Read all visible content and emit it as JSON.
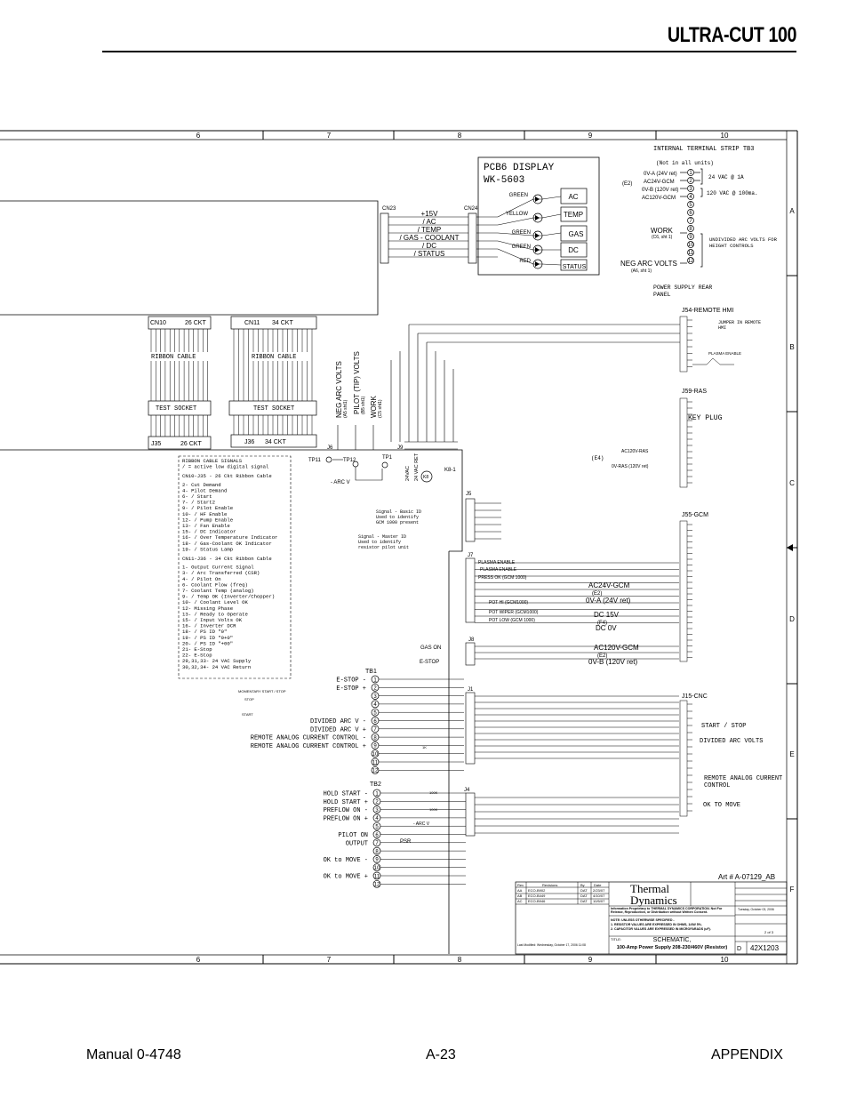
{
  "header": {
    "title": "ULTRA-CUT 100"
  },
  "footer": {
    "manual": "Manual 0-4748",
    "page": "A-23",
    "section": "APPENDIX"
  },
  "grid": {
    "cols": [
      "6",
      "7",
      "8",
      "9",
      "10"
    ],
    "rows": [
      "A",
      "B",
      "C",
      "D",
      "E",
      "F"
    ]
  },
  "display_panel": {
    "title": "PCB6  DISPLAY",
    "part": "WK-5603",
    "leds": [
      "GREEN",
      "YELLOW",
      "GREEN",
      "GREEN",
      "RED"
    ],
    "labels": [
      "AC",
      "TEMP",
      "GAS",
      "DC",
      "STATUS"
    ]
  },
  "connectors": {
    "cn23": "CN23",
    "cn24": "CN24",
    "signals": [
      "+15V",
      "/ AC",
      "/ TEMP",
      "/ GAS - COOLANT",
      "/ DC",
      "/ STATUS"
    ],
    "cn10": "CN10",
    "cn10_ckt": "26 CKT",
    "cn11": "CN11",
    "cn11_ckt": "34 CKT",
    "ribbon": "RIBBON  CABLE",
    "test_socket": "TEST SOCKET",
    "j35": "J35",
    "j35_ckt": "26 CKT",
    "j36": "J36",
    "j36_ckt": "34 CKT",
    "j6": "J6",
    "j9": "J9",
    "j5": "J5",
    "j7": "J7",
    "j8": "J8",
    "j1": "J1",
    "j4": "J4"
  },
  "voltages": {
    "neg_arc": "NEG ARC VOLTS",
    "neg_arc_ref": "(A5 sht1)",
    "pilot_tip": "PILOT (TIP) VOLTS",
    "pilot_tip_ref": "(B5 sht1)",
    "work": "WORK",
    "work_ref": "(C5 sht1)"
  },
  "test_points": {
    "tp11": "TP11",
    "tp12": "TP12",
    "tp1": "TP1",
    "arc_v": "- ARC V",
    "vac": "24VAC",
    "vac_ret": "24 VAC RET",
    "k8": "K8",
    "k8_1": "K8-1"
  },
  "ribbon_signals": {
    "title": "RIBBON CABLE SIGNALS",
    "note": "/  =  active low digital signal",
    "group1_title": "CN10-J35 - 26 Ckt Ribbon Cable",
    "group1": [
      "2- Cut Demand",
      "4- Pilot Demand",
      "6- / Start",
      "7- / Start2",
      "9- / Pilot Enable",
      "10- / HF Enable",
      "12- / Pump Enable",
      "13- / Fan Enable",
      "15- / DC Indicator",
      "16- / Over Temperature Indicator",
      "18- / Gas-Coolant OK Indicator",
      "19- / Status Lamp"
    ],
    "group2_title": "CN11-J36 - 34 Ckt Ribbon Cable",
    "group2": [
      "1- Output Current Signal",
      "3- / Arc Transferred (CSR)",
      "4- / Pilot On",
      "6- Coolant Flow (freq)",
      "7- Coolant Temp (analog)",
      "9- / Temp OK (Inverter/Chopper)",
      "10- / Coolant Level OK",
      "12- Missing Phase",
      "13- / Ready to Operate",
      "15- / Input Volts OK",
      "16- / Inverter DCR",
      "18- / PS ID \"0\"",
      "19- / PS ID \"0+0\"",
      "20- / PS ID \"+00\"",
      "21- E-Stop",
      "22- E-Stop",
      "29,31,33- 24 VAC Supply",
      "30,32,34- 24 VAC Return"
    ]
  },
  "id_notes": {
    "basic": [
      "Signal - Basic ID",
      "Used to identify",
      "GCM 1000 present"
    ],
    "master": [
      "Signal - Master ID",
      "Used to identify",
      "resistor pilot unit"
    ]
  },
  "j7_labels": [
    "PLASMA ENABLE",
    "PLASMA ENABLE",
    "PRESS OK (GCM 1000)",
    "POT HI (GCM1000)",
    "POT WIPER (GCM1000)",
    "POT LOW (GCM 1000)"
  ],
  "gcm_supply": {
    "ac24": "AC24V-GCM",
    "e2a": "(E2)",
    "ov24": "0V-A (24V ret)",
    "dc15": "DC 15V",
    "f4": "(F4)",
    "dc0": "DC 0V",
    "ac120": "AC120V-GCM",
    "e2b": "(E2)",
    "ov120": "0V-B (120V ret)"
  },
  "gas_estop": {
    "gas_on": "GAS ON",
    "estop": "E-STOP"
  },
  "tb1": {
    "title": "TB1",
    "labels": [
      "E-STOP -",
      "E-STOP +",
      "",
      "",
      "",
      "DIVIDED ARC V -",
      "DIVIDED ARC V +",
      "REMOTE ANALOG CURRENT CONTROL -",
      "REMOTE ANALOG CURRENT CONTROL +",
      "",
      ""
    ],
    "numbers": [
      "1",
      "2",
      "3",
      "4",
      "5",
      "6",
      "7",
      "8",
      "9",
      "10",
      "11",
      "12"
    ],
    "momentary": "MOMENTARY  START / STOP",
    "stop": "STOP",
    "start": "START"
  },
  "tb2": {
    "title": "TB2",
    "labels": [
      "HOLD START -",
      "HOLD START +",
      "PREFLOW ON -",
      "PREFLOW ON +",
      "",
      "PILOT ON",
      "OUTPUT",
      "",
      "OK to MOVE -",
      "",
      "OK to MOVE +"
    ],
    "numbers": [
      "1",
      "2",
      "3",
      "4",
      "5",
      "6",
      "7",
      "8",
      "9",
      "10",
      "11",
      "12"
    ],
    "psr": "PSR",
    "arc_v": "- ARC V",
    "r100k": "100K",
    "r1k": "1K"
  },
  "tb3": {
    "title": "INTERNAL TERMINAL STRIP  TB3",
    "note": "(Not in all units)",
    "labels": [
      "0V-A (24V ret)",
      "AC24V-GCM",
      "0V-B (120V ret)",
      "AC120V-GCM"
    ],
    "e2": "(E2)",
    "right1": "24 VAC @ 1A",
    "right2": "120 VAC @ 100ma.",
    "work": "WORK",
    "work_ref": "(C6, sht 1)",
    "neg": "NEG ARC VOLTS",
    "neg_ref": "(A6, sht 1)",
    "undivided": "UNDIVIDED ARC VOLTS FOR HEIGHT CONTROLS",
    "numbers": [
      "1",
      "2",
      "3",
      "4",
      "5",
      "6",
      "7",
      "8",
      "9",
      "10",
      "11",
      "12"
    ]
  },
  "power_supply_panel": "POWER SUPPLY REAR PANEL",
  "j54": {
    "title": "J54-REMOTE HMI",
    "note": "JUMPER IN REMOTE HMI",
    "plasma": "PLASMA ENABLE"
  },
  "j59": {
    "title": "J59-RAS",
    "key": "KEY PLUG",
    "e4": "(E4)",
    "ac120": "AC120V-RAS",
    "ov": "0V-RAS (120V ret)"
  },
  "j55": {
    "title": "J55-GCM"
  },
  "j15": {
    "title": "J15-CNC",
    "start_stop": "START / STOP",
    "divided": "DIVIDED ARC VOLTS",
    "remote": "REMOTE ANALOG CURRENT CONTROL",
    "ok_move": "OK TO MOVE"
  },
  "art": "Art # A-07129_AB",
  "title_block": {
    "rev_headers": [
      "Rev",
      "Revisions",
      "By",
      "Date"
    ],
    "revs": [
      [
        "AA",
        "ECO-B902",
        "DAT",
        "2/23/07"
      ],
      [
        "AB",
        "ECO-B449",
        "DAT",
        "4/10/07"
      ],
      [
        "AC",
        "ECO-B946",
        "DAT",
        "10/5/07"
      ]
    ],
    "company1": "Thermal",
    "company2": "Dynamics",
    "proprietary": "Information Proprietary to THERMAL DYNAMICS CORPORATION. Not For Release, Reproduction, or Distribution without Written Consent.",
    "notes": [
      "NOTE: UNLESS OTHERWISE SPECIFIED -",
      "1. RESISTOR VALUES ARE EXPRESSED IN OHMS, 1/4W 5%.",
      "2. CAPACITOR VALUES ARE EXPRESSED IN MICROFARADS (uF)."
    ],
    "title_label": "TITLE:",
    "title": "SCHEMATIC,",
    "subtitle": "100-Amp Power Supply 208-230/460V (Resistor)",
    "size": "D",
    "dwg": "42X1203",
    "sheet": "2  of  3",
    "date": "Tuesday, October 03, 2006",
    "last_mod": "Last Modified: Wednesday, October 17, 2006 11:08"
  }
}
